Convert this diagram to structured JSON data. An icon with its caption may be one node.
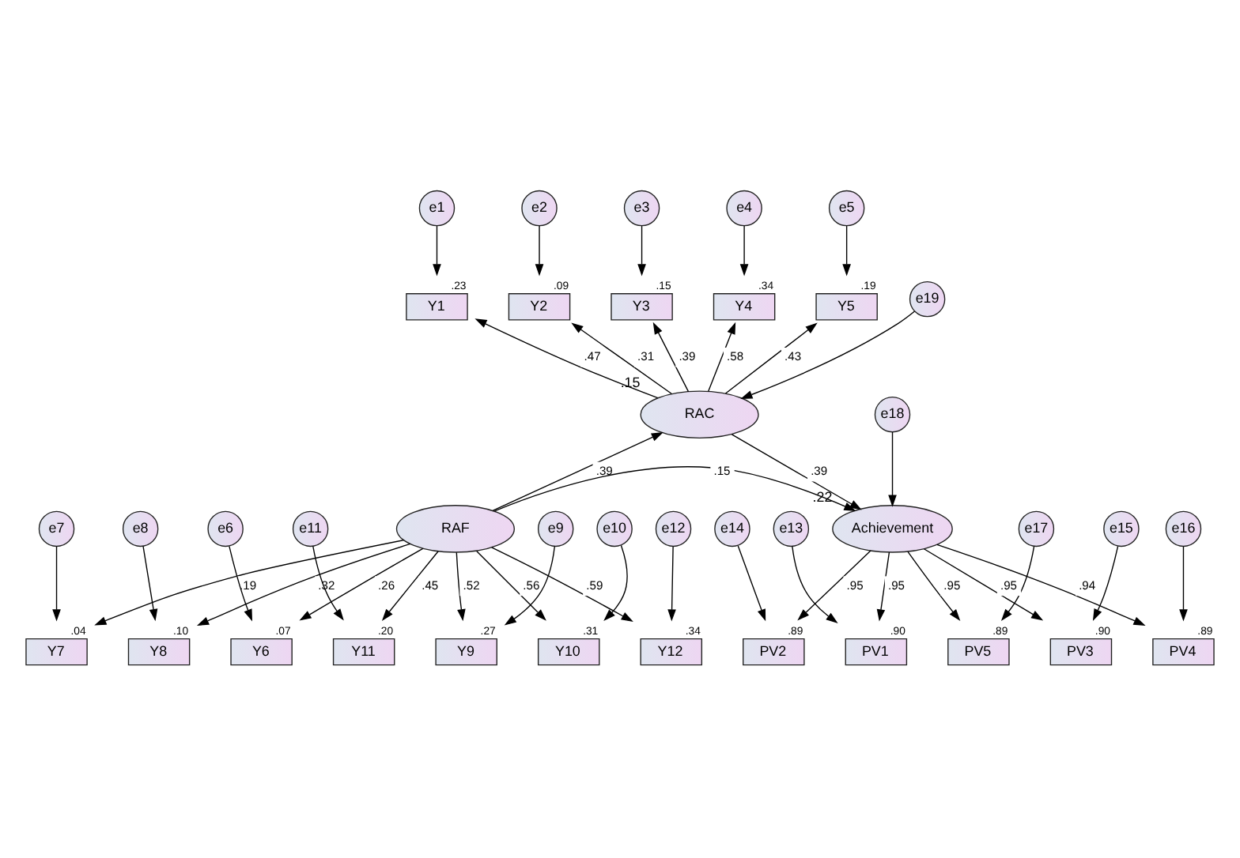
{
  "diagram": {
    "nodes": [
      {
        "text": [
          "e1"
        ]
      },
      {
        "text": [
          "e2"
        ]
      },
      {
        "text": [
          "e3"
        ]
      },
      {
        "text": [
          "e4"
        ]
      },
      {
        "text": [
          "e5"
        ]
      },
      {
        "text": [
          "Y1"
        ],
        "beside": [
          ".23"
        ]
      },
      {
        "text": [
          "Y2"
        ],
        "beside": [
          ".09"
        ]
      },
      {
        "text": [
          "Y3"
        ],
        "beside": [
          ".15"
        ]
      },
      {
        "text": [
          "Y4"
        ],
        "beside": [
          ".34"
        ]
      },
      {
        "text": [
          "Y5"
        ],
        "beside": [
          ".19"
        ]
      },
      {
        "text": [
          "RAC"
        ],
        "beside": [
          ".15"
        ]
      },
      {
        "text": [
          "e19"
        ]
      },
      {
        "text": [
          "e18"
        ]
      },
      {
        "text": [
          "PV1"
        ],
        "beside": [
          ".90"
        ]
      },
      {
        "text": [
          "PV2"
        ],
        "beside": [
          ".89"
        ]
      },
      {
        "text": [
          "PV3"
        ],
        "beside": [
          ".90"
        ]
      },
      {
        "text": [
          "PV4"
        ],
        "beside": [
          ".89"
        ]
      },
      {
        "text": [
          "PV5"
        ],
        "beside": [
          ".89"
        ]
      },
      {
        "text": [
          "e13"
        ]
      },
      {
        "text": [
          "e14"
        ]
      },
      {
        "text": [
          "e15"
        ]
      },
      {
        "text": [
          "e16"
        ]
      },
      {
        "text": [
          "e17"
        ]
      },
      {
        "text": [
          "Achievement"
        ],
        "beside": [
          ".22"
        ]
      },
      {
        "text": [
          "RAF"
        ]
      },
      {
        "text": [
          "Y6"
        ],
        "beside": [
          ".07"
        ]
      },
      {
        "text": [
          "Y7"
        ],
        "beside": [
          ".04"
        ]
      },
      {
        "text": [
          "Y8"
        ],
        "beside": [
          ".10"
        ]
      },
      {
        "text": [
          "Y9"
        ],
        "beside": [
          ".27"
        ]
      },
      {
        "text": [
          "Y10"
        ],
        "beside": [
          ".31"
        ]
      },
      {
        "text": [
          "Y11"
        ],
        "beside": [
          ".20"
        ]
      },
      {
        "text": [
          "Y12"
        ],
        "beside": [
          ".34"
        ]
      },
      {
        "text": [
          "e6"
        ]
      },
      {
        "text": [
          "e7"
        ]
      },
      {
        "text": [
          "e8"
        ]
      },
      {
        "text": [
          "e9"
        ]
      },
      {
        "text": [
          "e10"
        ]
      },
      {
        "text": [
          "e11"
        ]
      },
      {
        "text": [
          "e12"
        ]
      }
    ],
    "edges": [
      {
        "from": 0,
        "to": 5,
        "arrow": "to"
      },
      {
        "from": 1,
        "to": 6,
        "arrow": "to"
      },
      {
        "from": 2,
        "to": 7,
        "arrow": "to"
      },
      {
        "from": 3,
        "to": 8,
        "arrow": "to"
      },
      {
        "from": 4,
        "to": 9,
        "arrow": "to"
      },
      {
        "from": 10,
        "to": 5,
        "arrow": "to",
        "label": ".47"
      },
      {
        "from": 10,
        "to": 6,
        "arrow": "to",
        "label": ".31"
      },
      {
        "from": 10,
        "to": 7,
        "arrow": "to",
        "label": ".39"
      },
      {
        "from": 10,
        "to": 8,
        "arrow": "to",
        "label": ".58"
      },
      {
        "from": 10,
        "to": 9,
        "arrow": "to",
        "label": ".43"
      },
      {
        "from": 11,
        "to": 10,
        "arrow": "to"
      },
      {
        "from": 10,
        "to": 23,
        "arrow": "to",
        "label": ".39"
      },
      {
        "from": 24,
        "to": 10,
        "arrow": "to",
        "label": ".39"
      },
      {
        "from": 12,
        "to": 23,
        "arrow": "to"
      },
      {
        "from": 23,
        "to": 13,
        "arrow": "to",
        "label": ".95"
      },
      {
        "from": 23,
        "to": 14,
        "arrow": "to",
        "label": ".95"
      },
      {
        "from": 23,
        "to": 15,
        "arrow": "to",
        "label": ".95"
      },
      {
        "from": 23,
        "to": 16,
        "arrow": "to",
        "label": ".94"
      },
      {
        "from": 23,
        "to": 17,
        "arrow": "to",
        "label": ".95"
      },
      {
        "from": 18,
        "to": 13,
        "arrow": "to"
      },
      {
        "from": 19,
        "to": 14,
        "arrow": "to"
      },
      {
        "from": 20,
        "to": 15,
        "arrow": "to"
      },
      {
        "from": 21,
        "to": 16,
        "arrow": "to"
      },
      {
        "from": 22,
        "to": 17,
        "arrow": "to"
      },
      {
        "from": 24,
        "to": 23,
        "arrow": "to",
        "label": ".15"
      },
      {
        "from": 24,
        "to": 25,
        "arrow": "to",
        "label": ".26"
      },
      {
        "from": 24,
        "to": 26,
        "arrow": "to",
        "label": ".19"
      },
      {
        "from": 24,
        "to": 27,
        "arrow": "to",
        "label": ".32"
      },
      {
        "from": 24,
        "to": 28,
        "arrow": "to",
        "label": ".52"
      },
      {
        "from": 24,
        "to": 29,
        "arrow": "to",
        "label": ".56"
      },
      {
        "from": 24,
        "to": 30,
        "arrow": "to",
        "label": ".45"
      },
      {
        "from": 24,
        "to": 31,
        "arrow": "to",
        "label": ".59"
      },
      {
        "from": 32,
        "to": 25,
        "arrow": "to"
      },
      {
        "from": 33,
        "to": 26,
        "arrow": "to"
      },
      {
        "from": 34,
        "to": 27,
        "arrow": "to"
      },
      {
        "from": 35,
        "to": 28,
        "arrow": "to"
      },
      {
        "from": 36,
        "to": 29,
        "arrow": "to"
      },
      {
        "from": 37,
        "to": 30,
        "arrow": "to"
      },
      {
        "from": 38,
        "to": 31,
        "arrow": "to"
      }
    ]
  }
}
